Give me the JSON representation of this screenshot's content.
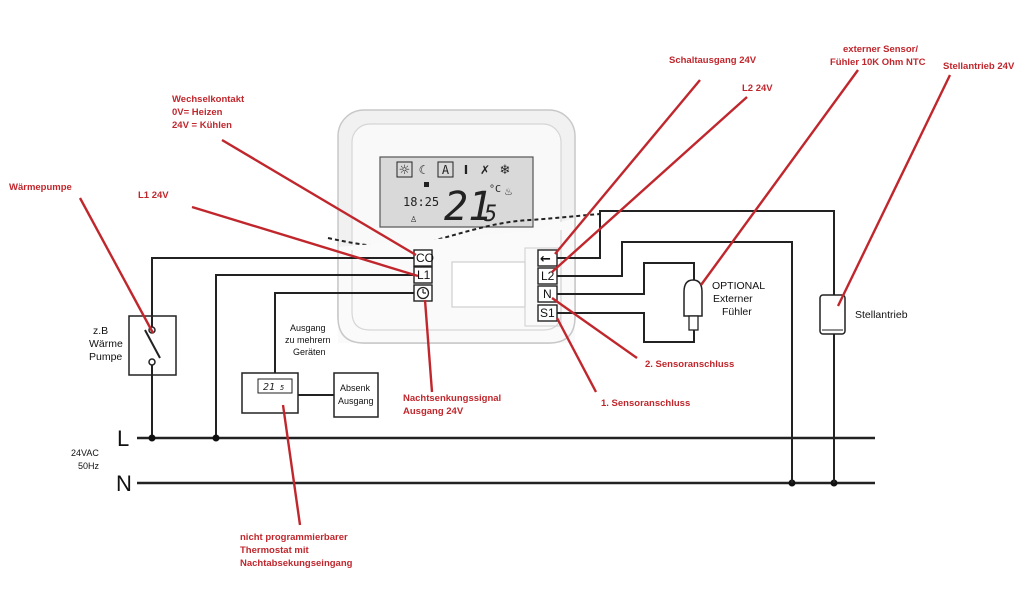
{
  "annotations": {
    "waermepumpe": "Wärmepumpe",
    "wechsel_1": "Wechselkontakt",
    "wechsel_2": "0V= Heizen",
    "wechsel_3": "24V = Kühlen",
    "l1_24v": "L1 24V",
    "schaltausgang": "Schaltausgang 24V",
    "l2_24v": "L2 24V",
    "ext_sensor_1": "externer Sensor/",
    "ext_sensor_2": "Fühler 10K Ohm NTC",
    "stellantrieb_24v": "Stellantrieb 24V",
    "nacht_1": "Nachtsenkungssignal",
    "nacht_2": "Ausgang 24V",
    "sensor2": "2. Sensoranschluss",
    "sensor1": "1. Sensoranschluss",
    "thermo_1": "nicht programmierbarer",
    "thermo_2": "Thermostat mit",
    "thermo_3": "Nachtabsekungseingang"
  },
  "labels": {
    "pump_1": "z.B",
    "pump_2": "Wärme",
    "pump_3": "Pumpe",
    "ausgang_1": "Ausgang",
    "ausgang_2": "zu mehrern",
    "ausgang_3": "Geräten",
    "absenk_1": "Absenk",
    "absenk_2": "Ausgang",
    "optional_1": "OPTIONAL",
    "optional_2": "Externer",
    "optional_3": "Fühler",
    "stellantrieb": "Stellantrieb",
    "supply_1": "24VAC",
    "supply_2": "50Hz",
    "bus_l": "L",
    "bus_n": "N"
  },
  "terminals": {
    "co": "CO",
    "l1": "L1",
    "l2": "L2",
    "n": "N",
    "s1": "S1"
  },
  "display": {
    "time": "18:25",
    "temp_big": "21",
    "temp_small": "5",
    "unit": "°C",
    "mode_a": "A",
    "small_temp": "21",
    "small_temp_dec": "5"
  }
}
